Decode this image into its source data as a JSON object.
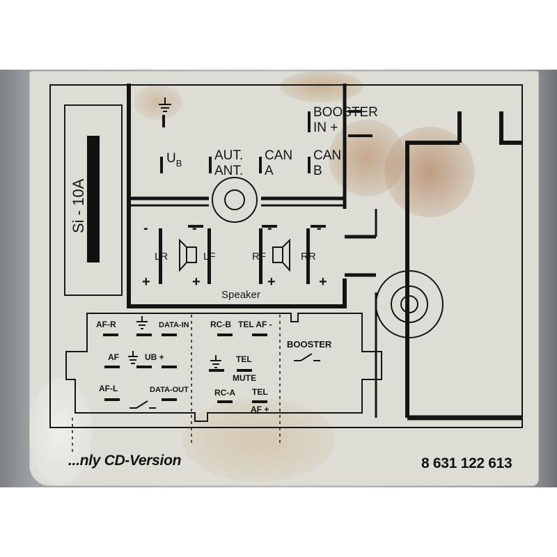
{
  "fuse": {
    "label": "Si - 10A"
  },
  "upper_connector": {
    "ground_symbol": "ground-icon",
    "ub": {
      "main": "U",
      "sub": "B"
    },
    "aut_ant": [
      "AUT.",
      "ANT."
    ],
    "can_a": [
      "CAN",
      "A"
    ],
    "can_b": [
      "CAN",
      "B"
    ],
    "booster_in": [
      "BOOSTER",
      "IN +"
    ]
  },
  "speaker_block": {
    "title": "Speaker",
    "channels": [
      "LR",
      "LF",
      "RF",
      "RR"
    ],
    "minus": "-",
    "plus": "+"
  },
  "lower_connector": {
    "af_r": "AF-R",
    "data_in": "DATA-IN",
    "rc_b": "RC-B",
    "tel_af_minus": "TEL AF -",
    "af_ground": "AF",
    "ub_plus": "UB +",
    "tel": "TEL",
    "mute": "MUTE",
    "af_l": "AF-L",
    "data_out": "DATA-OUT",
    "rc_a": "RC-A",
    "tel_af_plus": [
      "TEL",
      "AF +"
    ],
    "booster": "BOOSTER"
  },
  "footer": {
    "left_text": "...nly CD-Version",
    "part_number": "8 631 122 613"
  },
  "colors": {
    "sticker": "#ddddd6",
    "ink": "#151515",
    "stain": "#b9926b"
  }
}
